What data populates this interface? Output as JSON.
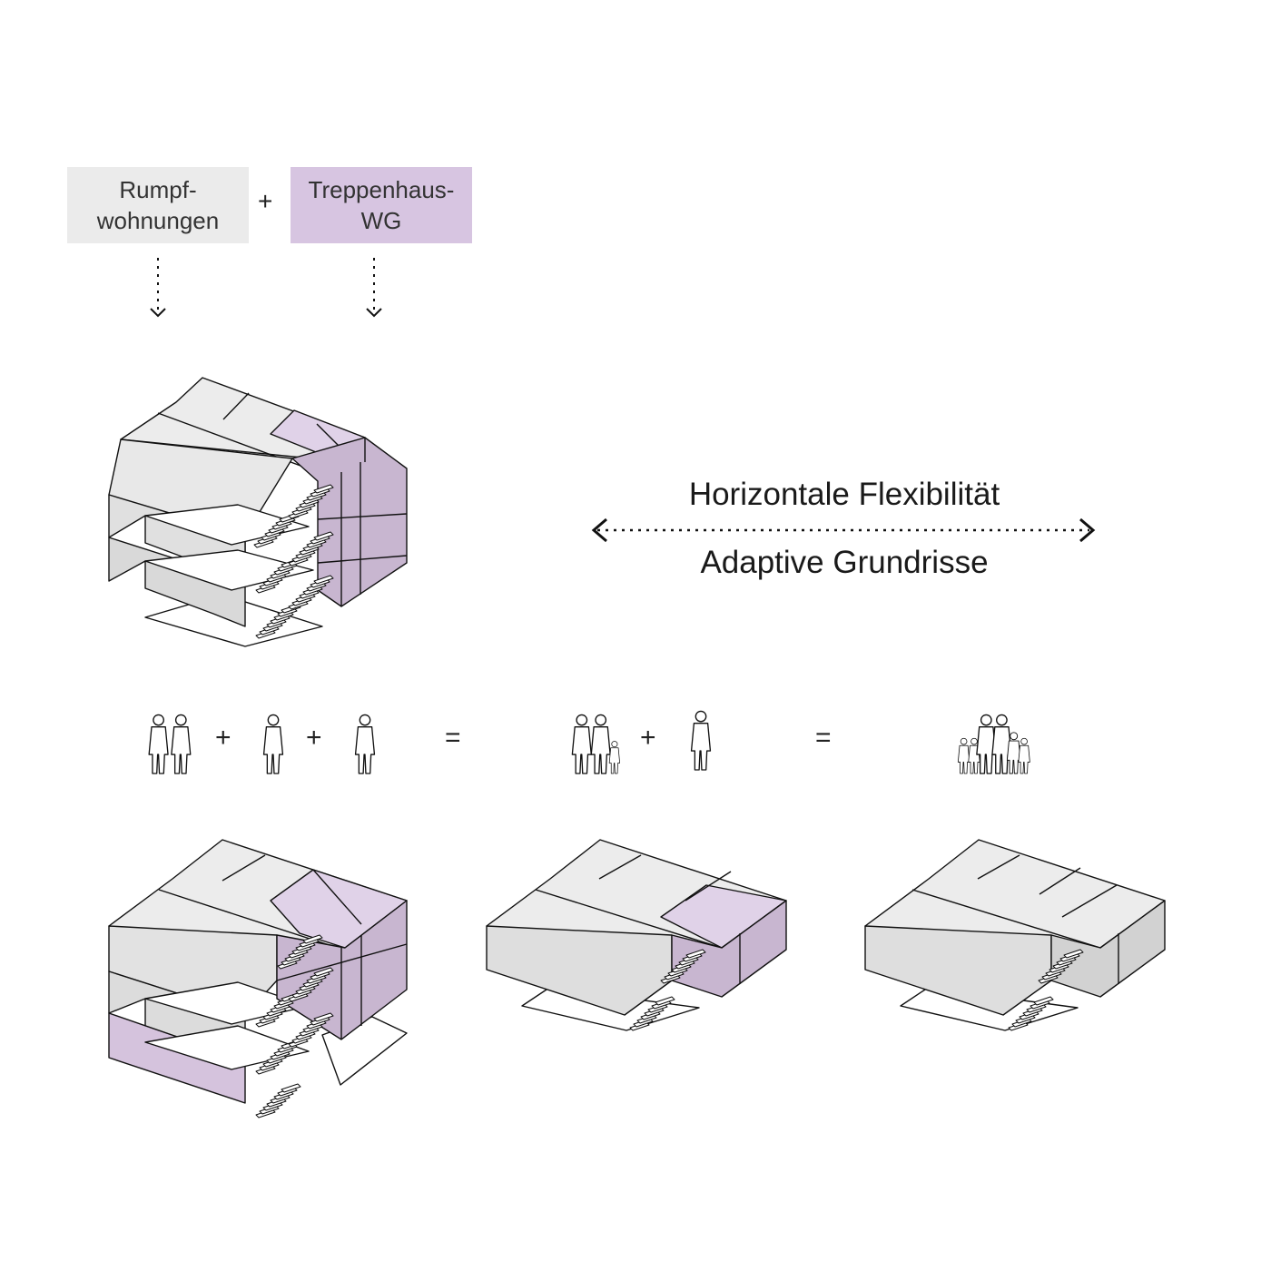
{
  "legend": {
    "rumpf": {
      "line1": "Rumpf-",
      "line2": "wohnungen",
      "color": "#ebebeb"
    },
    "plus": "+",
    "treppenhaus": {
      "line1": "Treppenhaus-",
      "line2": "WG",
      "color": "#d7c5e1"
    }
  },
  "flexibility": {
    "top_label": "Horizontale Flexibilität",
    "bottom_label": "Adaptive Grundrisse"
  },
  "equation": {
    "plus": "+",
    "equals": "="
  },
  "colors": {
    "grey_top": "#ececec",
    "grey_side": "#d9d9d9",
    "purple_top": "#e0d2e8",
    "purple_side": "#c3b2ca",
    "outline": "#1a1a1a"
  }
}
